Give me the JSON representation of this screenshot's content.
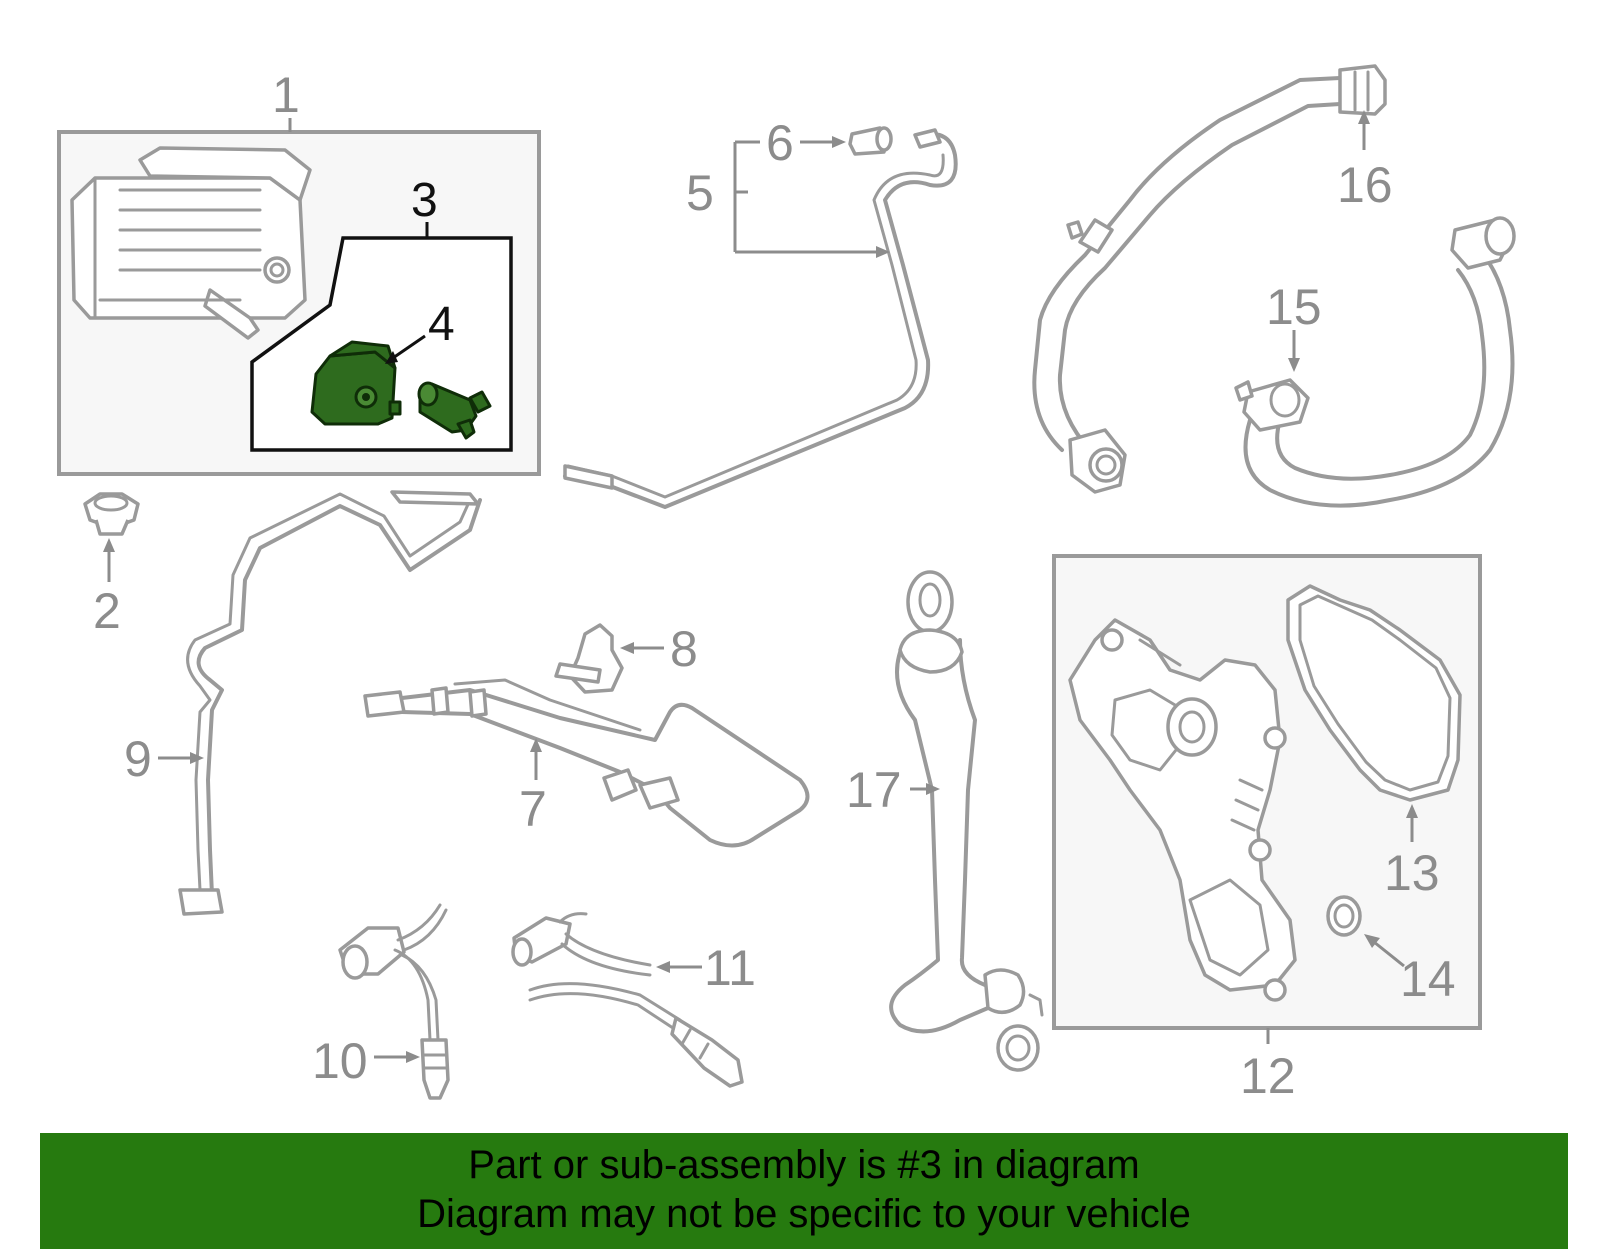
{
  "callouts": {
    "c1": "1",
    "c2": "2",
    "c3": "3",
    "c4": "4",
    "c5": "5",
    "c6": "6",
    "c7": "7",
    "c8": "8",
    "c9": "9",
    "c10": "10",
    "c11": "11",
    "c12": "12",
    "c13": "13",
    "c14": "14",
    "c15": "15",
    "c16": "16",
    "c17": "17"
  },
  "highlighted_part": "3",
  "colors": {
    "banner": "#267a0f",
    "highlight_part": "#2e6b1e",
    "line_art": "#9a9a9a"
  },
  "banner": {
    "line1": "Part or sub-assembly is #3 in diagram",
    "line2": "Diagram may not be specific to your vehicle"
  }
}
